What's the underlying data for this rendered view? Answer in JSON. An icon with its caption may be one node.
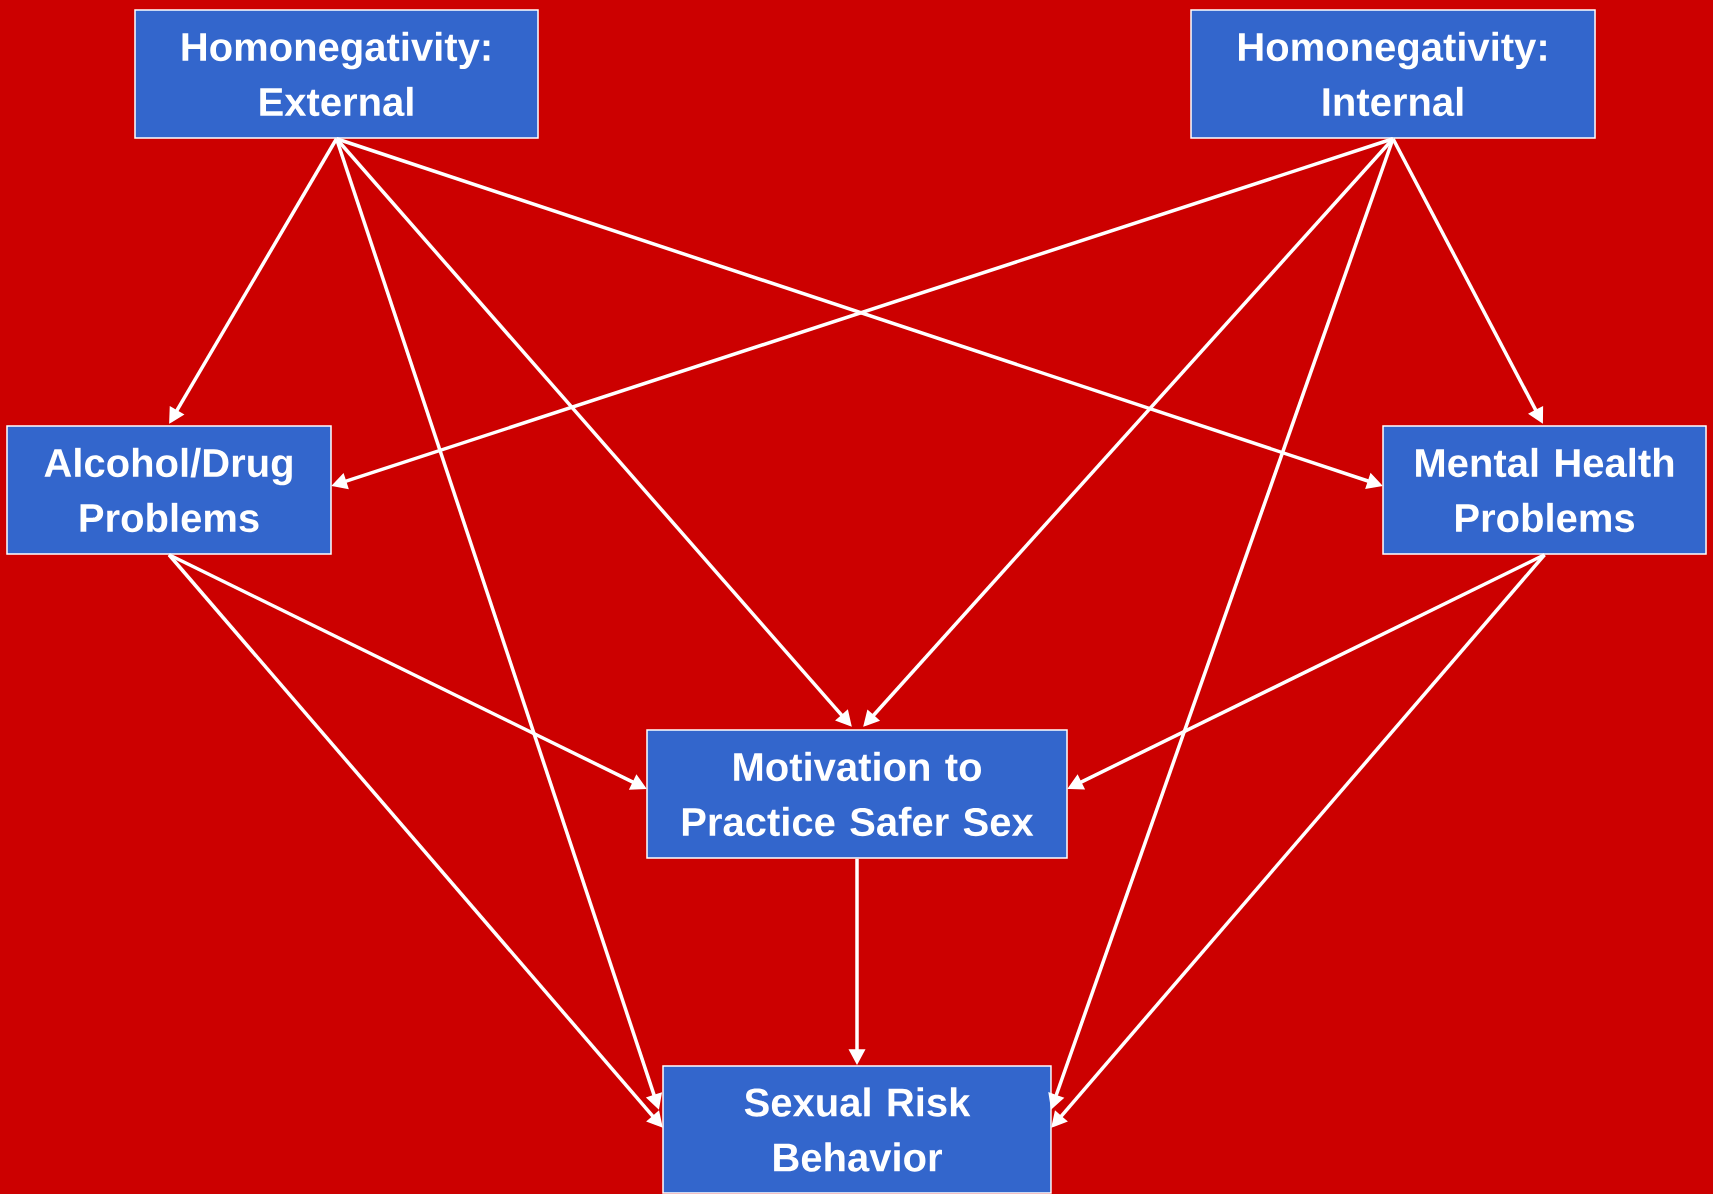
{
  "diagram": {
    "nodes": [
      {
        "text": [
          "Homonegativity: External"
        ]
      },
      {
        "text": [
          "Homonegativity: Internal"
        ]
      },
      {
        "text": [
          "Alcohol/Drug Problems"
        ]
      },
      {
        "text": [
          "Mental Health Problems"
        ]
      },
      {
        "text": [
          "Motivation to Practice Safer Sex"
        ]
      },
      {
        "text": [
          "Sexual Risk Behavior"
        ]
      }
    ],
    "edges": [
      {
        "from": 0,
        "to": 2,
        "arrow": "to"
      },
      {
        "from": 0,
        "to": 5,
        "arrow": "to"
      },
      {
        "from": 0,
        "to": 4,
        "arrow": "to"
      },
      {
        "from": 0,
        "to": 3,
        "arrow": "to"
      },
      {
        "from": 1,
        "to": 2,
        "arrow": "to"
      },
      {
        "from": 1,
        "to": 4,
        "arrow": "to"
      },
      {
        "from": 1,
        "to": 5,
        "arrow": "to"
      },
      {
        "from": 1,
        "to": 3,
        "arrow": "to"
      },
      {
        "from": 2,
        "to": 4,
        "arrow": "to"
      },
      {
        "from": 2,
        "to": 5,
        "arrow": "to"
      },
      {
        "from": 3,
        "to": 4,
        "arrow": "to"
      },
      {
        "from": 3,
        "to": 5,
        "arrow": "to"
      },
      {
        "from": 4,
        "to": 5,
        "arrow": "to"
      }
    ]
  }
}
